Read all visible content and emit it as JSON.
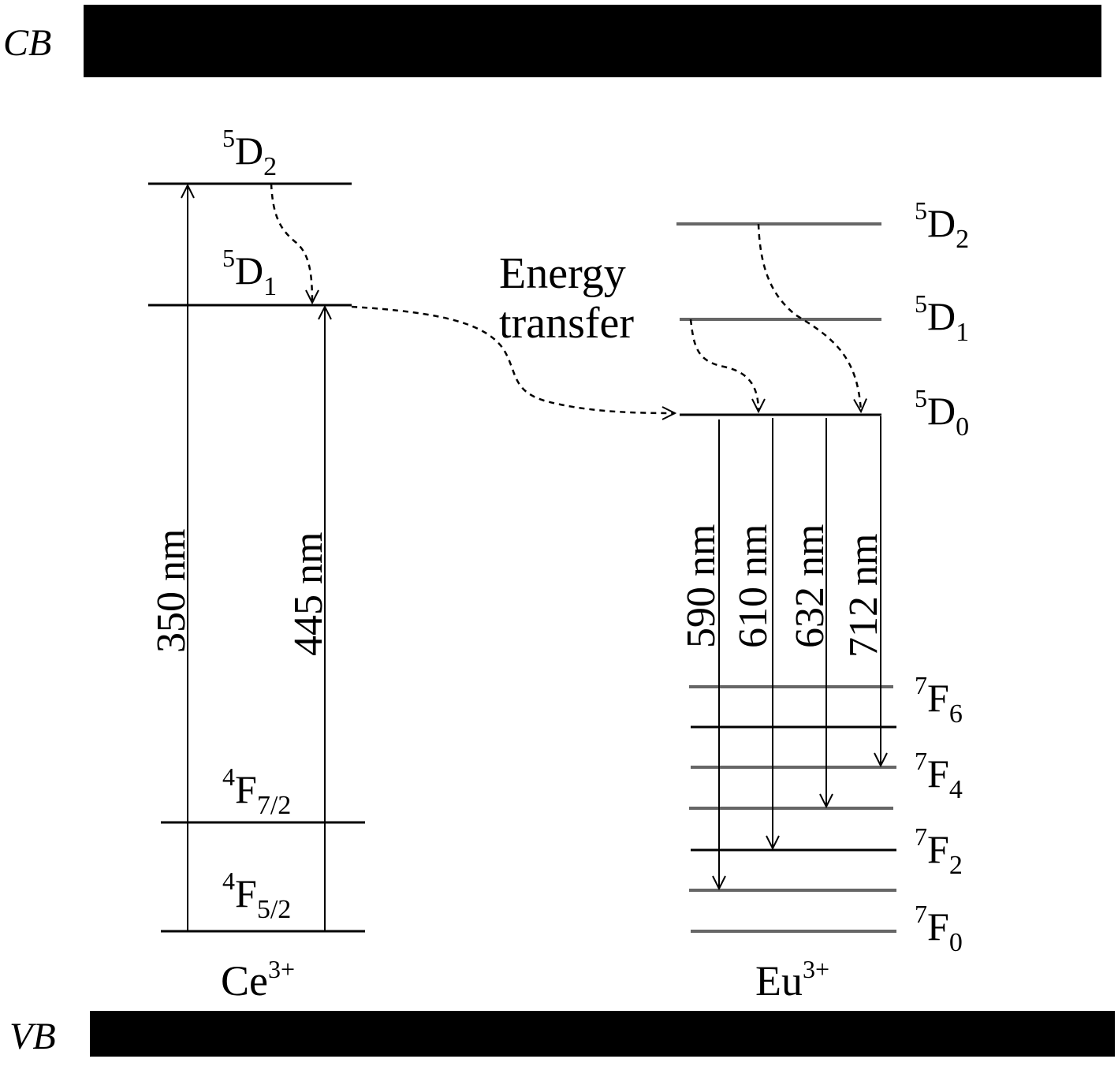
{
  "bands": {
    "cb": "CB",
    "vb": "VB"
  },
  "ce": {
    "ion": "Ce",
    "ion_sup": "3+",
    "levels": [
      {
        "sup": "5",
        "base": "D",
        "sub": "2"
      },
      {
        "sup": "5",
        "base": "D",
        "sub": "1"
      },
      {
        "sup": "4",
        "base": "F",
        "sub": "7/2"
      },
      {
        "sup": "4",
        "base": "F",
        "sub": "5/2"
      }
    ],
    "transitions": [
      "350 nm",
      "445 nm"
    ]
  },
  "eu": {
    "ion": "Eu",
    "ion_sup": "3+",
    "levels": [
      {
        "sup": "5",
        "base": "D",
        "sub": "2"
      },
      {
        "sup": "5",
        "base": "D",
        "sub": "1"
      },
      {
        "sup": "5",
        "base": "D",
        "sub": "0"
      },
      {
        "sup": "7",
        "base": "F",
        "sub": "6"
      },
      {
        "sup": "7",
        "base": "F",
        "sub": "4"
      },
      {
        "sup": "7",
        "base": "F",
        "sub": "2"
      },
      {
        "sup": "7",
        "base": "F",
        "sub": "0"
      }
    ],
    "transitions": [
      "590 nm",
      "610 nm",
      "632 nm",
      "712 nm"
    ]
  },
  "energy_transfer": {
    "line1": "Energy",
    "line2": "transfer"
  }
}
